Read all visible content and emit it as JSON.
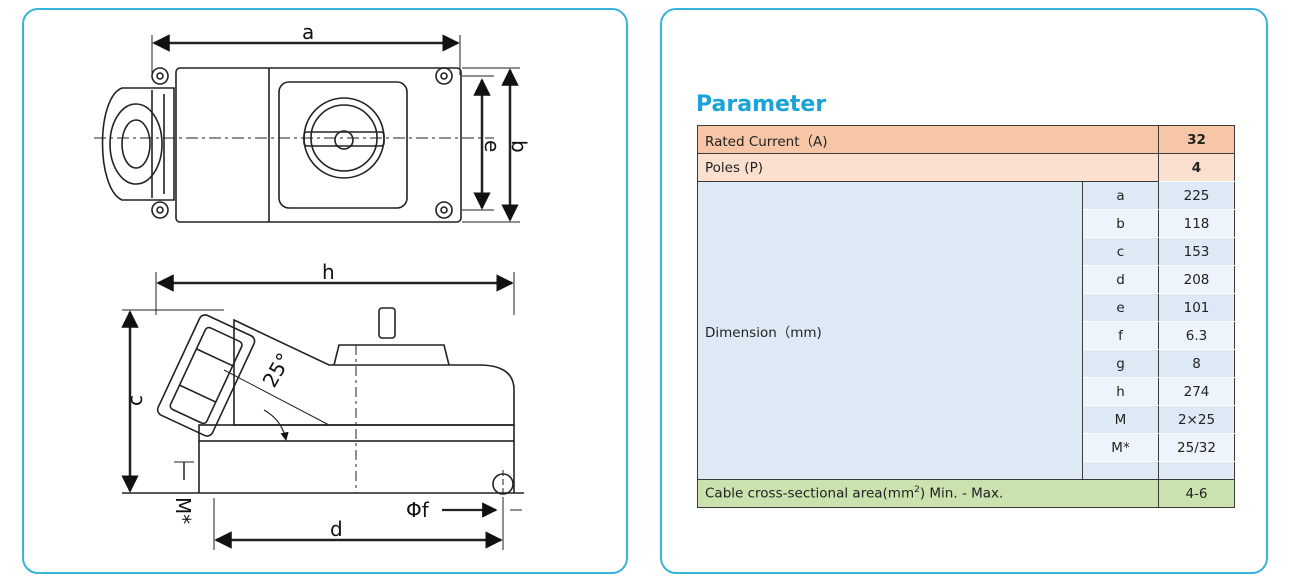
{
  "drawing": {
    "labels": {
      "a": "a",
      "b": "b",
      "e": "e",
      "h": "h",
      "c": "c",
      "d": "d",
      "f": "Φf",
      "m": "M*",
      "angle": "25°"
    }
  },
  "parameter": {
    "title": "Parameter",
    "rated_current": {
      "label": "Rated Current（A)",
      "value": "32"
    },
    "poles": {
      "label": "Poles (P)",
      "value": "4"
    },
    "dimension": {
      "label": "Dimension（mm)",
      "rows": [
        {
          "symbol": "a",
          "value": "225"
        },
        {
          "symbol": "b",
          "value": "118"
        },
        {
          "symbol": "c",
          "value": "153"
        },
        {
          "symbol": "d",
          "value": "208"
        },
        {
          "symbol": "e",
          "value": "101"
        },
        {
          "symbol": "f",
          "value": "6.3"
        },
        {
          "symbol": "g",
          "value": "8"
        },
        {
          "symbol": "h",
          "value": "274"
        },
        {
          "symbol": "M",
          "value": "2×25"
        },
        {
          "symbol": "M*",
          "value": "25/32"
        },
        {
          "symbol": "",
          "value": ""
        }
      ]
    },
    "cable": {
      "label_pre": "Cable cross-sectional area(mm",
      "label_sup": "2",
      "label_post": ") Min. - Max.",
      "value": "4-6"
    }
  }
}
